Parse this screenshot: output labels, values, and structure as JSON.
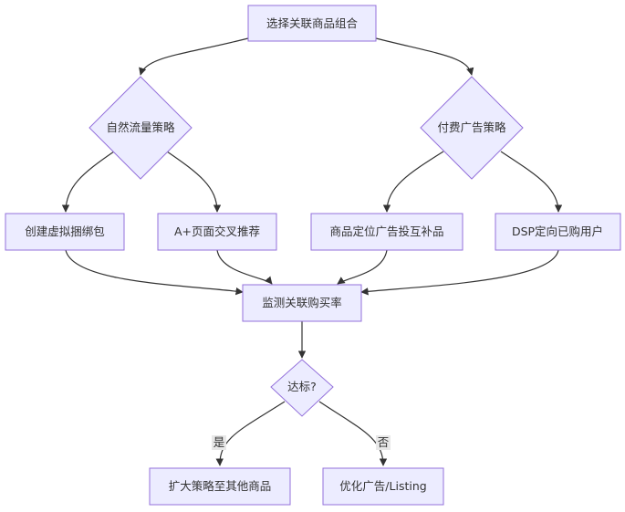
{
  "nodes": {
    "start": "选择关联商品组合",
    "organic": "自然流量策略",
    "paid": "付费广告策略",
    "bundle": "创建虚拟捆绑包",
    "aplus": "A+页面交叉推荐",
    "pat": "商品定位广告投互补品",
    "dsp": "DSP定向已购用户",
    "monitor": "监测关联购买率",
    "decision": "达标?",
    "expand": "扩大策略至其他商品",
    "optimize": "优化广告/Listing"
  },
  "edge_labels": {
    "yes": "是",
    "no": "否"
  },
  "colors": {
    "node_fill": "#ECECFF",
    "node_stroke": "#9370DB",
    "edge": "#333333",
    "text": "#333333"
  }
}
